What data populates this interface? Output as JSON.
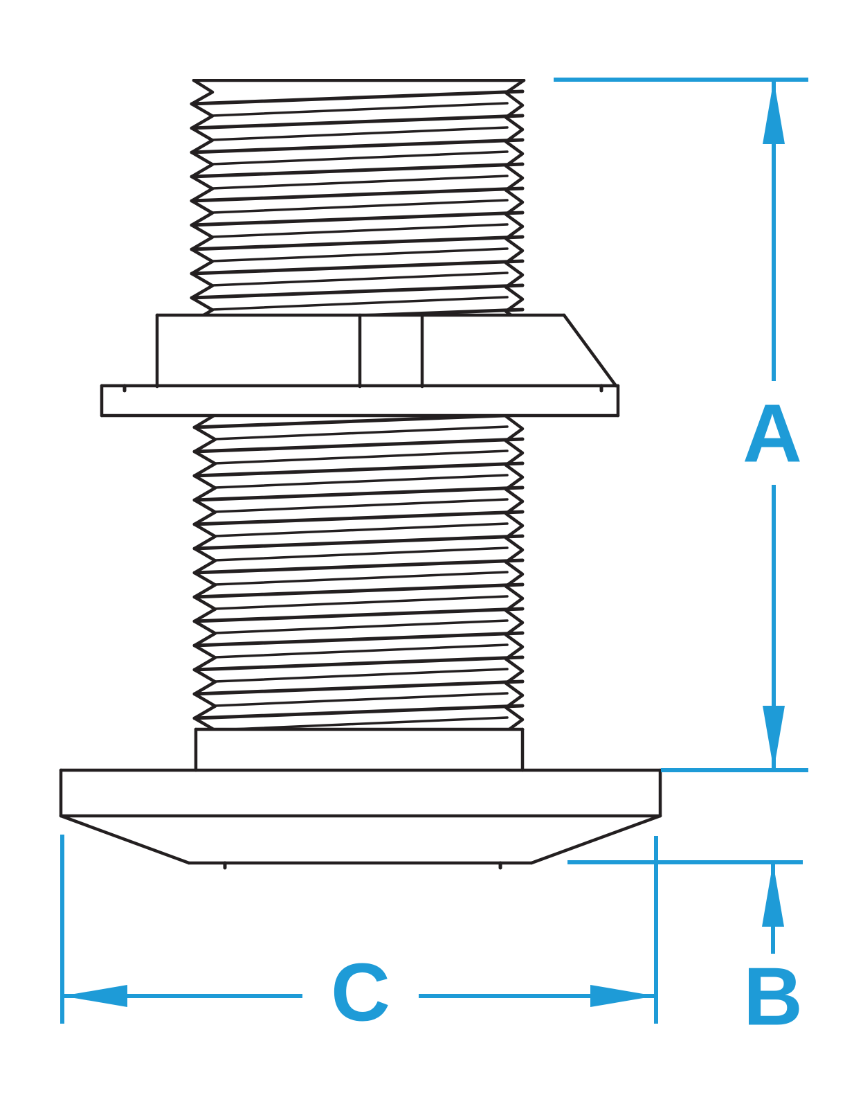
{
  "figure": {
    "type": "technical-diagram",
    "subject": "threaded through-hull fitting side view with hex nut, washer flange and beveled mounting flange"
  },
  "dimension_labels": [
    {
      "id": "A",
      "text": "A"
    },
    {
      "id": "B",
      "text": "B"
    },
    {
      "id": "C",
      "text": "C"
    }
  ],
  "colors": {
    "dimension": "#1E9BD7",
    "line_art": "#231F20",
    "background": "#FFFFFF"
  }
}
